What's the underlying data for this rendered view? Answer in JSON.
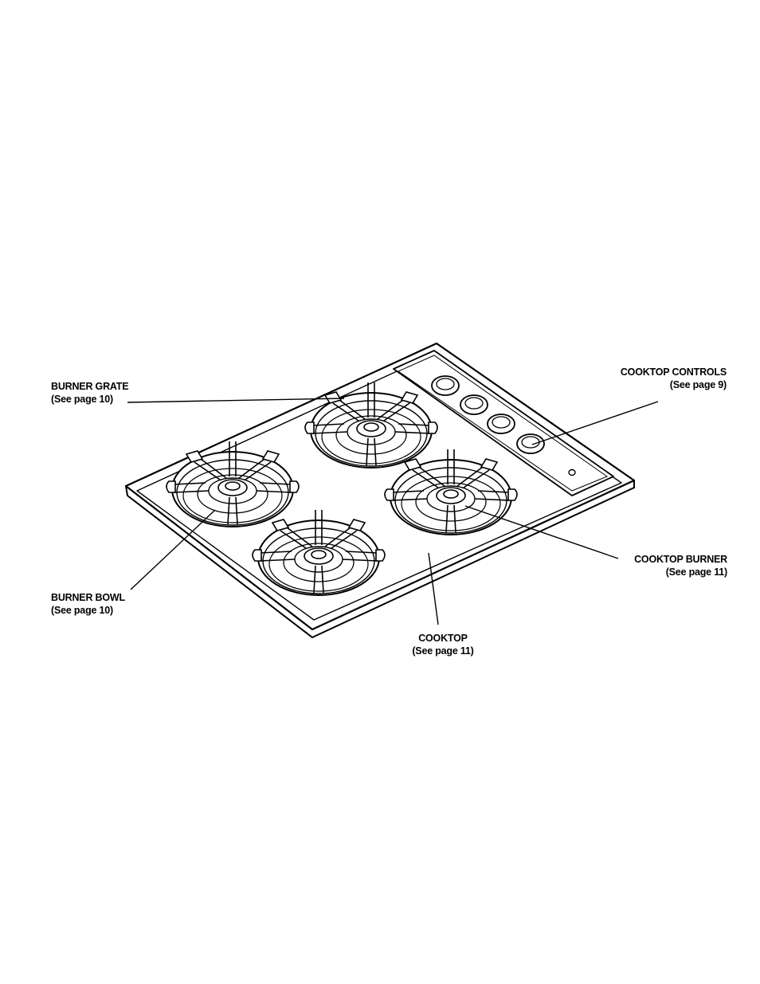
{
  "diagram": {
    "line_color": "#000000",
    "background": "#ffffff",
    "callouts": {
      "burner_grate": {
        "label": "BURNER GRATE",
        "ref": "(See page 10)"
      },
      "cooktop_controls": {
        "label": "COOKTOP CONTROLS",
        "ref": "(See page 9)"
      },
      "cooktop_burner": {
        "label": "COOKTOP BURNER",
        "ref": "(See page 11)"
      },
      "burner_bowl": {
        "label": "BURNER BOWL",
        "ref": "(See page 10)"
      },
      "cooktop": {
        "label": "COOKTOP",
        "ref": "(See page 11)"
      }
    }
  }
}
